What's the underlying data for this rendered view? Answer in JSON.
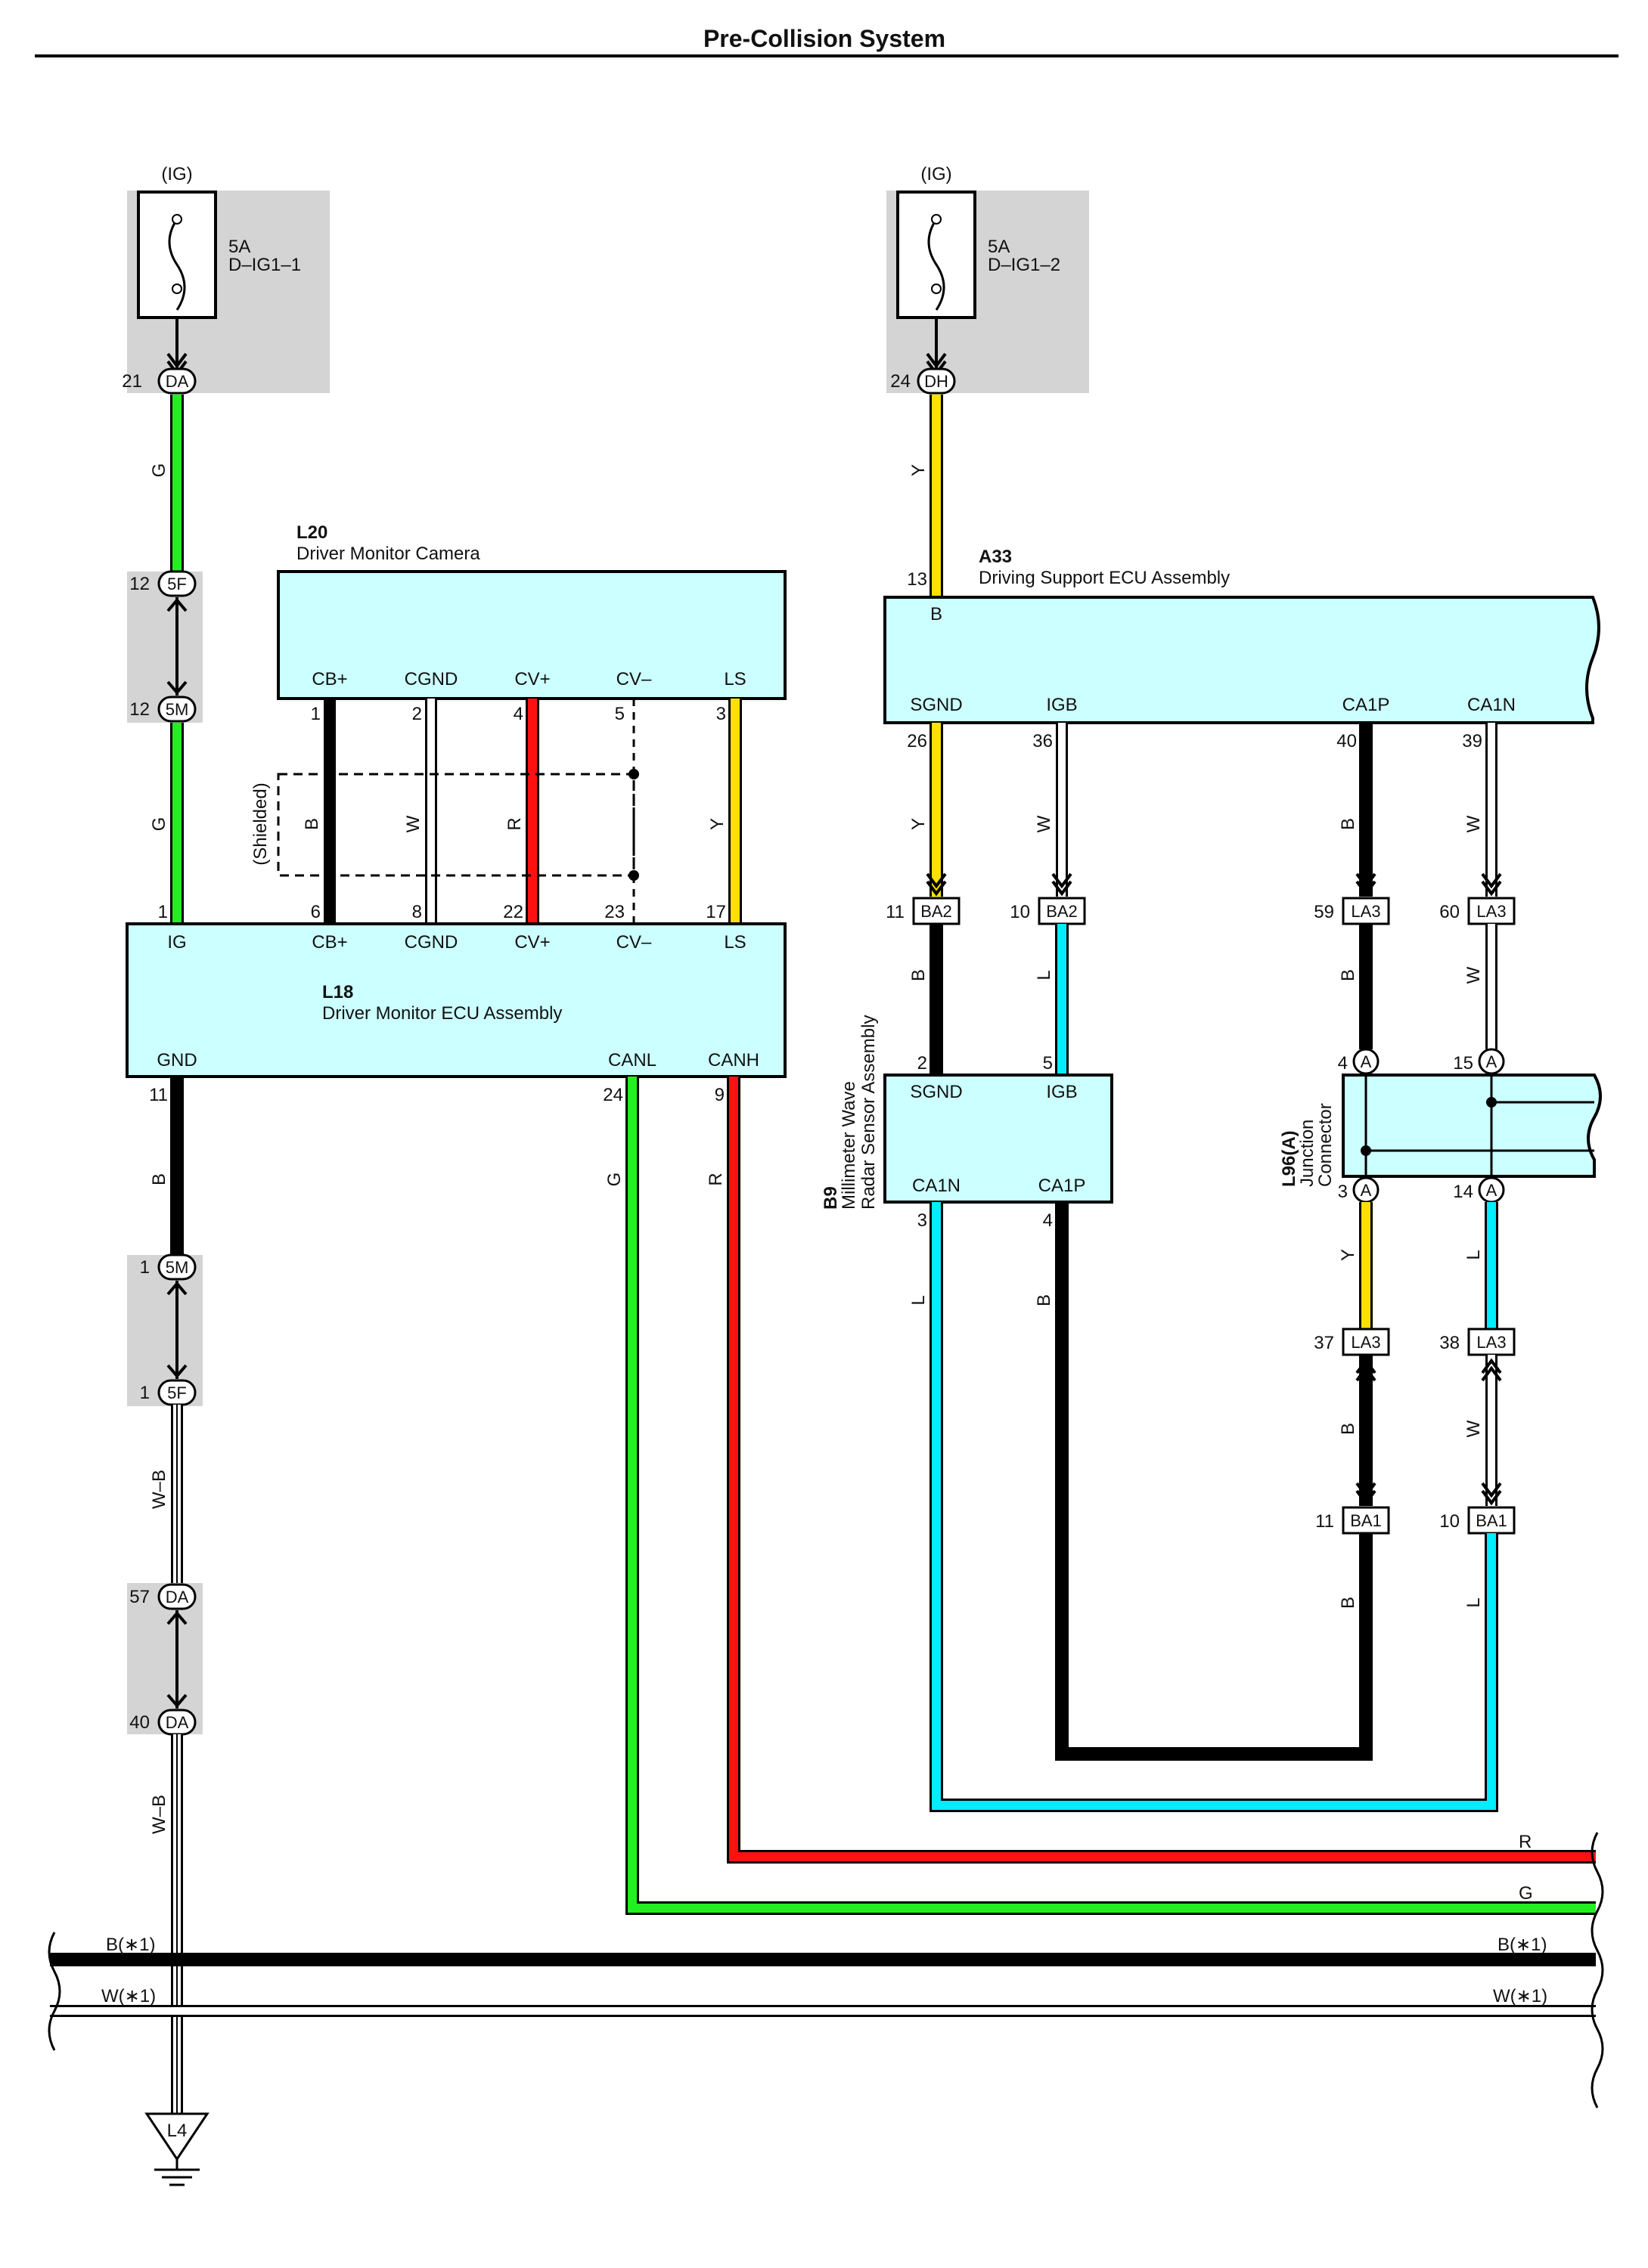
{
  "title": "Pre-Collision System",
  "colors": {
    "G": "#22ee22",
    "Y": "#ffe000",
    "B": "#000000",
    "R": "#ff1111",
    "L": "#00eeff",
    "W": "#ffffff",
    "box": "#ccffff",
    "shade": "#d4d4d4"
  },
  "fuse_left": {
    "source": "(IG)",
    "rating": "5A",
    "name": "D–IG1–1",
    "pin": "21",
    "connector": "DA"
  },
  "fuse_right": {
    "source": "(IG)",
    "rating": "5A",
    "name": "D–IG1–2",
    "pin": "24",
    "connector": "DH"
  },
  "wire_labels": {
    "G": "G",
    "Y": "Y",
    "B": "B",
    "W": "W",
    "R": "R",
    "L": "L",
    "WB": "W–B"
  },
  "conn_5F": "5F",
  "conn_5M": "5M",
  "conn_DA": "DA",
  "conn_BA2": "BA2",
  "conn_LA3": "LA3",
  "conn_BA1": "BA1",
  "conn_A": "A",
  "L20": {
    "code": "L20",
    "name": "Driver Monitor Camera",
    "pins": [
      "CB+",
      "CGND",
      "CV+",
      "CV–",
      "LS"
    ],
    "pin_nums": [
      "1",
      "2",
      "4",
      "5",
      "3"
    ]
  },
  "L18": {
    "code": "L18",
    "name": "Driver Monitor ECU Assembly",
    "top_pins": [
      "IG",
      "CB+",
      "CGND",
      "CV+",
      "CV–",
      "LS"
    ],
    "top_nums": [
      "1",
      "6",
      "8",
      "22",
      "23",
      "17"
    ],
    "bottom_pins": [
      "GND",
      "CANL",
      "CANH"
    ],
    "bottom_nums": [
      "11",
      "24",
      "9"
    ]
  },
  "shielded": "(Shielded)",
  "A33": {
    "code": "A33",
    "name": "Driving Support ECU Assembly",
    "pin_B": "B",
    "pin_B_num": "13",
    "pins": [
      "SGND",
      "IGB",
      "CA1P",
      "CA1N"
    ],
    "pin_nums": [
      "26",
      "36",
      "40",
      "39"
    ]
  },
  "B9": {
    "code": "B9",
    "name1": "Millimeter Wave",
    "name2": "Radar Sensor Assembly",
    "top_pins": [
      "SGND",
      "IGB"
    ],
    "top_nums": [
      "2",
      "5"
    ],
    "bottom_pins": [
      "CA1N",
      "CA1P"
    ],
    "bottom_nums": [
      "3",
      "4"
    ]
  },
  "L96": {
    "code": "L96(A)",
    "name1": "Junction",
    "name2": "Connector",
    "nums": [
      "4",
      "15",
      "3",
      "14"
    ]
  },
  "pins_misc": {
    "ba2_a": "11",
    "ba2_b": "10",
    "la3_a": "59",
    "la3_b": "60",
    "la3_c": "37",
    "la3_d": "38",
    "ba1_a": "11",
    "ba1_b": "10",
    "f5_top": "12",
    "m5_top": "12",
    "m5_bot": "1",
    "f5_bot": "1",
    "da_a": "57",
    "da_b": "40"
  },
  "bus": {
    "R": "R",
    "G": "G",
    "B": "B(∗1)",
    "W": "W(∗1)"
  },
  "ground": "L4"
}
